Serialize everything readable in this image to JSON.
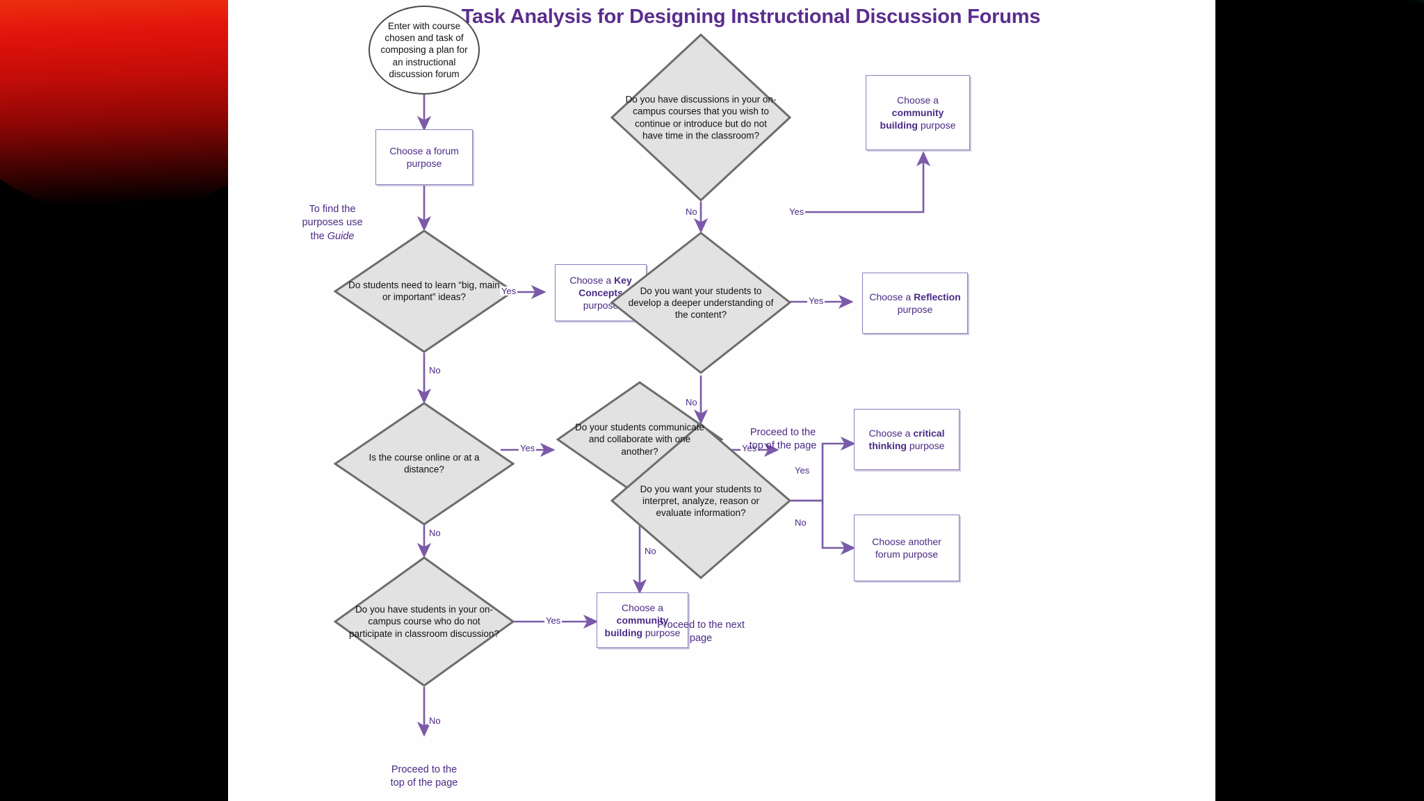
{
  "slide": {
    "title": "Task Analysis for Designing Instructional Discussion Forums",
    "title_color": "#5b2d8e",
    "accent_color": "#7a5aa8",
    "diamond_fill": "#e2e2e2",
    "background": "#fefefe"
  },
  "nodes": {
    "start": "Enter with course chosen and task of composing a plan for an instructional discussion forum",
    "choose_forum_purpose": "Choose a forum purpose",
    "guide_note_1": "To find the",
    "guide_note_2": "purposes use",
    "guide_note_3": "the ",
    "guide_note_4": "Guide",
    "q_key_concepts": "Do students need to learn “big, main or important” ideas?",
    "out_key_concepts_1": "Choose a ",
    "out_key_concepts_2": "Key Concepts",
    "out_key_concepts_3": " purpose",
    "q_online": "Is the course online or at a distance?",
    "q_collaborate": "Do your students communicate and collaborate with one another?",
    "proceed_top_1": "Proceed to the",
    "proceed_top_2": "top of the page",
    "q_oncampus_nonparticipants": "Do you have students in your on-campus course who do not participate in classroom discussion?",
    "out_community_left_1": "Choose a ",
    "out_community_left_2": "community building",
    "out_community_left_3": " purpose",
    "proceed_top_bottom_1": "Proceed to the",
    "proceed_top_bottom_2": "top of the page",
    "q_continue_discussions": "Do you have discussions in your on-campus courses that you wish to continue or introduce but do not have time in the classroom?",
    "out_community_right_1": "Choose a ",
    "out_community_right_2": "community building",
    "out_community_right_3": " purpose",
    "q_deeper_understanding": "Do you want your students to develop a deeper understanding of the content?",
    "out_reflection_1": "Choose a ",
    "out_reflection_2": "Reflection",
    "out_reflection_3": " purpose",
    "q_interpret_analyze": "Do you want your students to interpret, analyze, reason or evaluate information?",
    "out_critical_thinking_1": "Choose a ",
    "out_critical_thinking_2": "critical thinking",
    "out_critical_thinking_3": " purpose",
    "out_another_purpose": "Choose another forum purpose",
    "proceed_next_1": "Proceed to the next",
    "proceed_next_2": "page"
  },
  "edge_labels": {
    "yes_key_concepts": "Yes",
    "no_key_concepts": "No",
    "yes_online": "Yes",
    "no_online": "No",
    "yes_collaborate": "Yes",
    "no_collaborate": "No",
    "yes_nonparticipants": "Yes",
    "no_nonparticipants": "No",
    "yes_continue": "Yes",
    "no_continue": "No",
    "yes_deeper": "Yes",
    "no_deeper": "No",
    "yes_interpret": "Yes",
    "no_interpret": "No"
  }
}
